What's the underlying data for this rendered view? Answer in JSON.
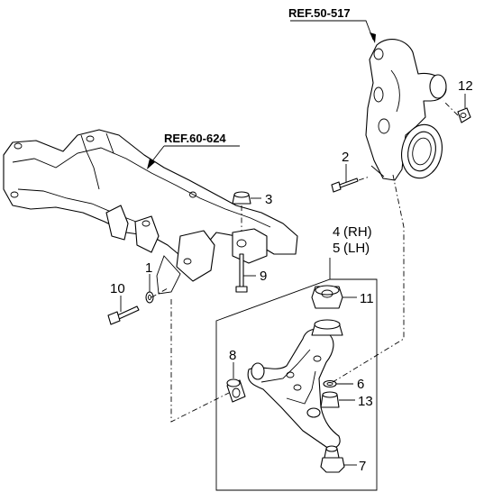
{
  "references": {
    "knuckle": "REF.50-517",
    "crossmember": "REF.60-624"
  },
  "callouts": {
    "c1": "1",
    "c2": "2",
    "c3": "3",
    "c4": "4",
    "c4_side": "(RH)",
    "c5": "5",
    "c5_side": "(LH)",
    "c6": "6",
    "c7": "7",
    "c8": "8",
    "c9": "9",
    "c10": "10",
    "c11": "11",
    "c12": "12",
    "c13": "13"
  }
}
